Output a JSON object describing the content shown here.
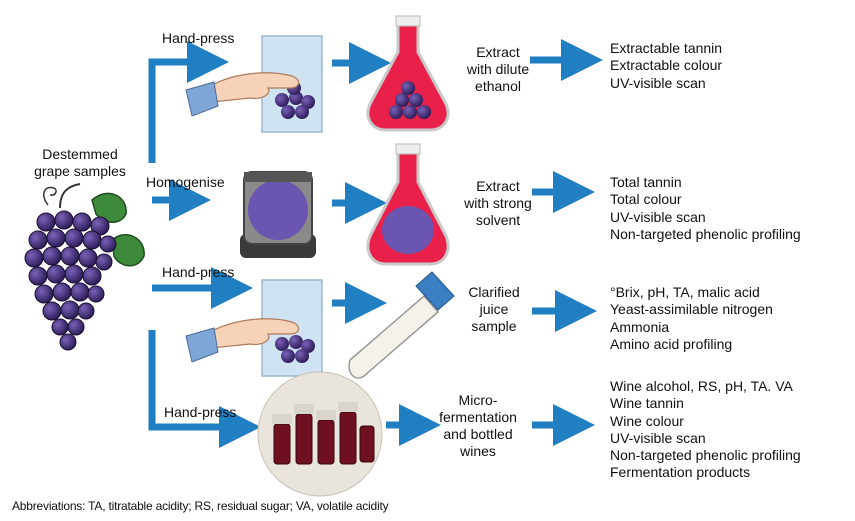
{
  "source": {
    "label_line1": "Destemmed",
    "label_line2": "grape samples"
  },
  "rows": [
    {
      "process": "Hand-press",
      "step_line1": "Extract",
      "step_line2": "with dilute",
      "step_line3": "ethanol",
      "results": [
        "Extractable tannin",
        "Extractable colour",
        "UV-visible scan"
      ]
    },
    {
      "process": "Homogenise",
      "step_line1": "Extract",
      "step_line2": "with strong",
      "step_line3": "solvent",
      "results": [
        "Total tannin",
        "Total colour",
        "UV-visible scan",
        "Non-targeted phenolic profiling"
      ]
    },
    {
      "process": "Hand-press",
      "step_line1": "Clarified",
      "step_line2": "juice",
      "step_line3": "sample",
      "results": [
        "°Brix, pH, TA, malic acid",
        "Yeast-assimilable nitrogen",
        "Ammonia",
        "Amino acid profiling"
      ]
    },
    {
      "process": "Hand-press",
      "step_line1": "Micro-",
      "step_line2": "fermentation",
      "step_line3": "and bottled",
      "step_line4": "wines",
      "results": [
        "Wine alcohol, RS, pH, TA. VA",
        "Wine tannin",
        "Wine colour",
        "UV-visible scan",
        "Non-targeted phenolic profiling",
        "Fermentation products"
      ]
    }
  ],
  "footer": "Abbreviations: TA, titratable acidity; RS, residual sugar; VA, volatile acidity",
  "colors": {
    "arrow": "#1f7fc2",
    "flask": "#e8204a",
    "grape": "#3a2a6e",
    "leaf": "#3d8a3a",
    "bag": "#cfe3f3"
  }
}
